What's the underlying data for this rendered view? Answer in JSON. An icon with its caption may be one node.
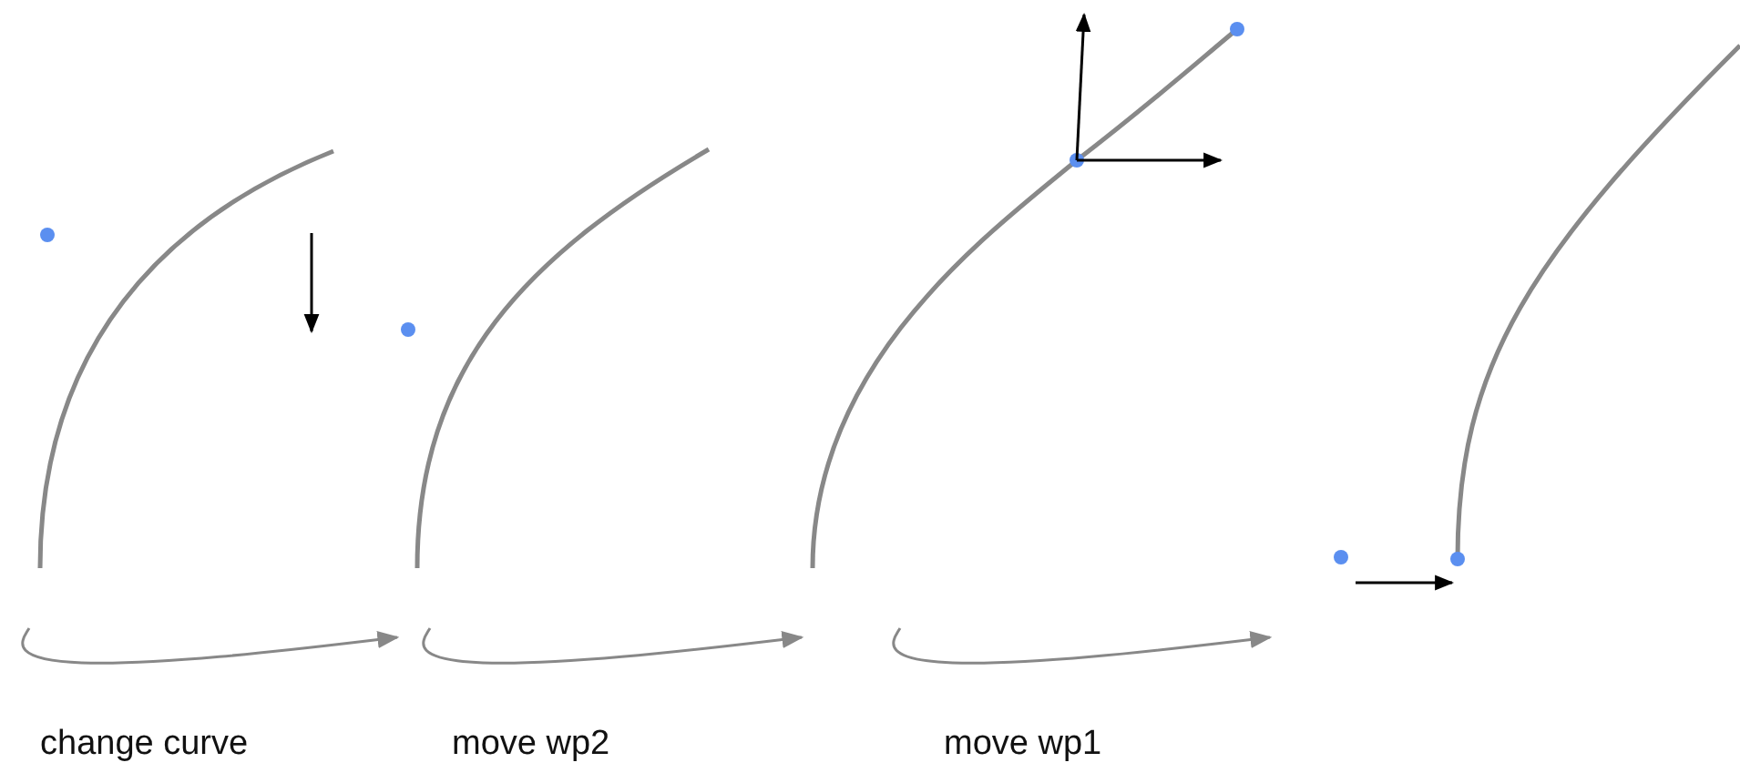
{
  "diagram": {
    "labels": [
      "change curve",
      "move wp2",
      "move wp1"
    ]
  }
}
